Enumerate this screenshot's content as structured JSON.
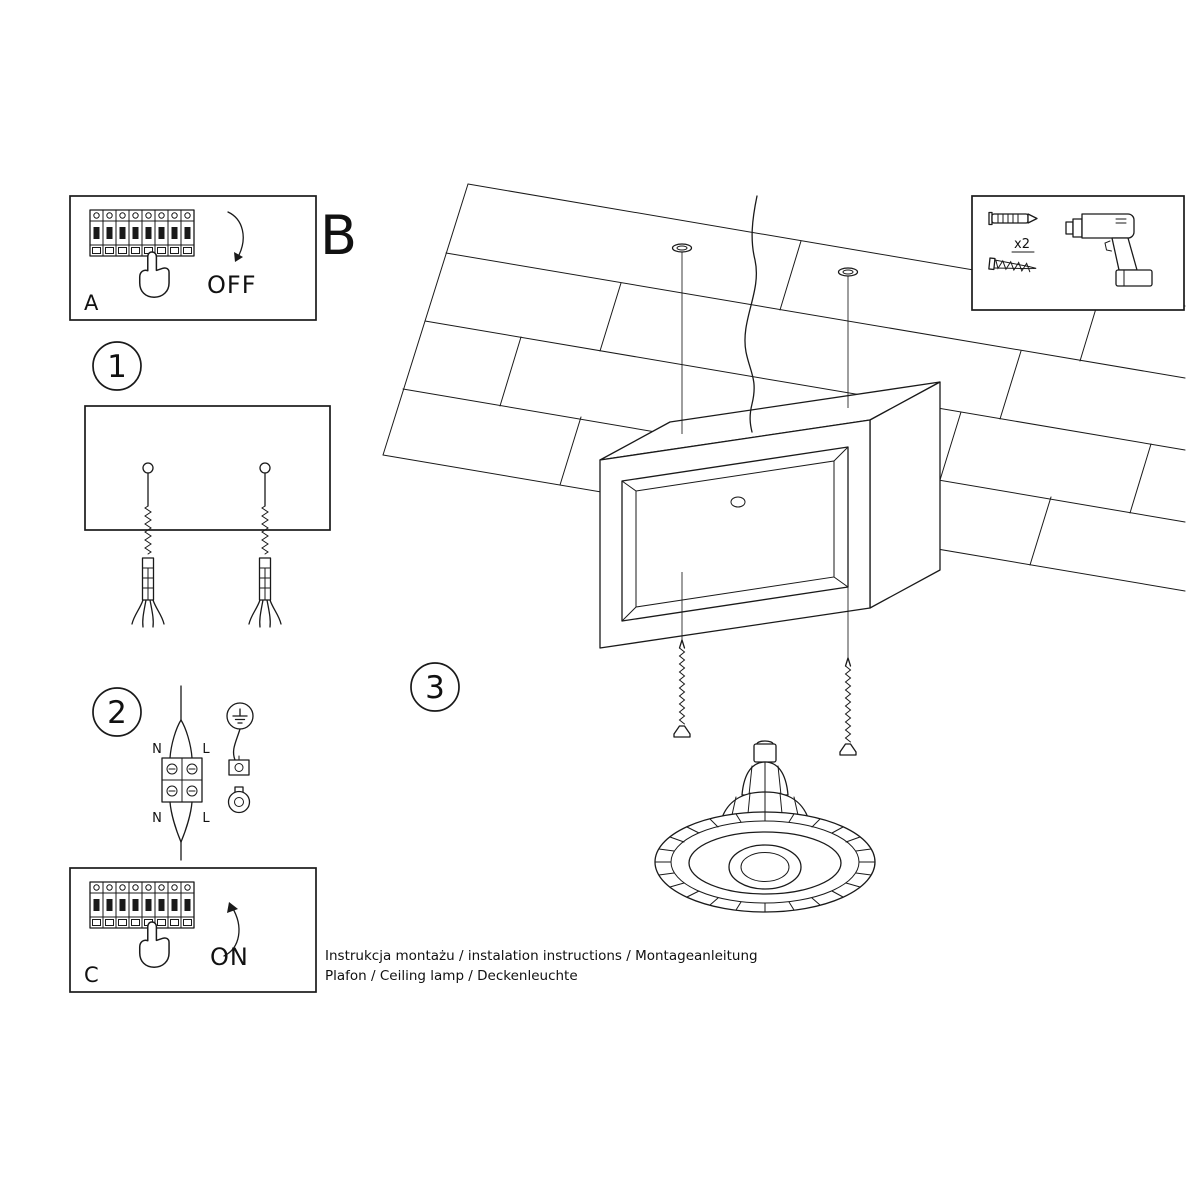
{
  "colors": {
    "line": "#1a1a1a",
    "background": "#ffffff"
  },
  "labels": {
    "panel_off_letter": "A",
    "panel_off_state": "OFF",
    "section_letter": "B",
    "step1": "1",
    "step2": "2",
    "step3": "3",
    "panel_on_letter": "C",
    "panel_on_state": "ON",
    "tools_qty": "x2",
    "wire_top_n": "N",
    "wire_top_l": "L",
    "wire_bottom_n": "N",
    "wire_bottom_l": "L"
  },
  "footer": {
    "line1": "Instrukcja montażu / instalation instructions / Montageanleitung",
    "line2": "Plafon / Ceiling lamp / Deckenleuchte"
  }
}
